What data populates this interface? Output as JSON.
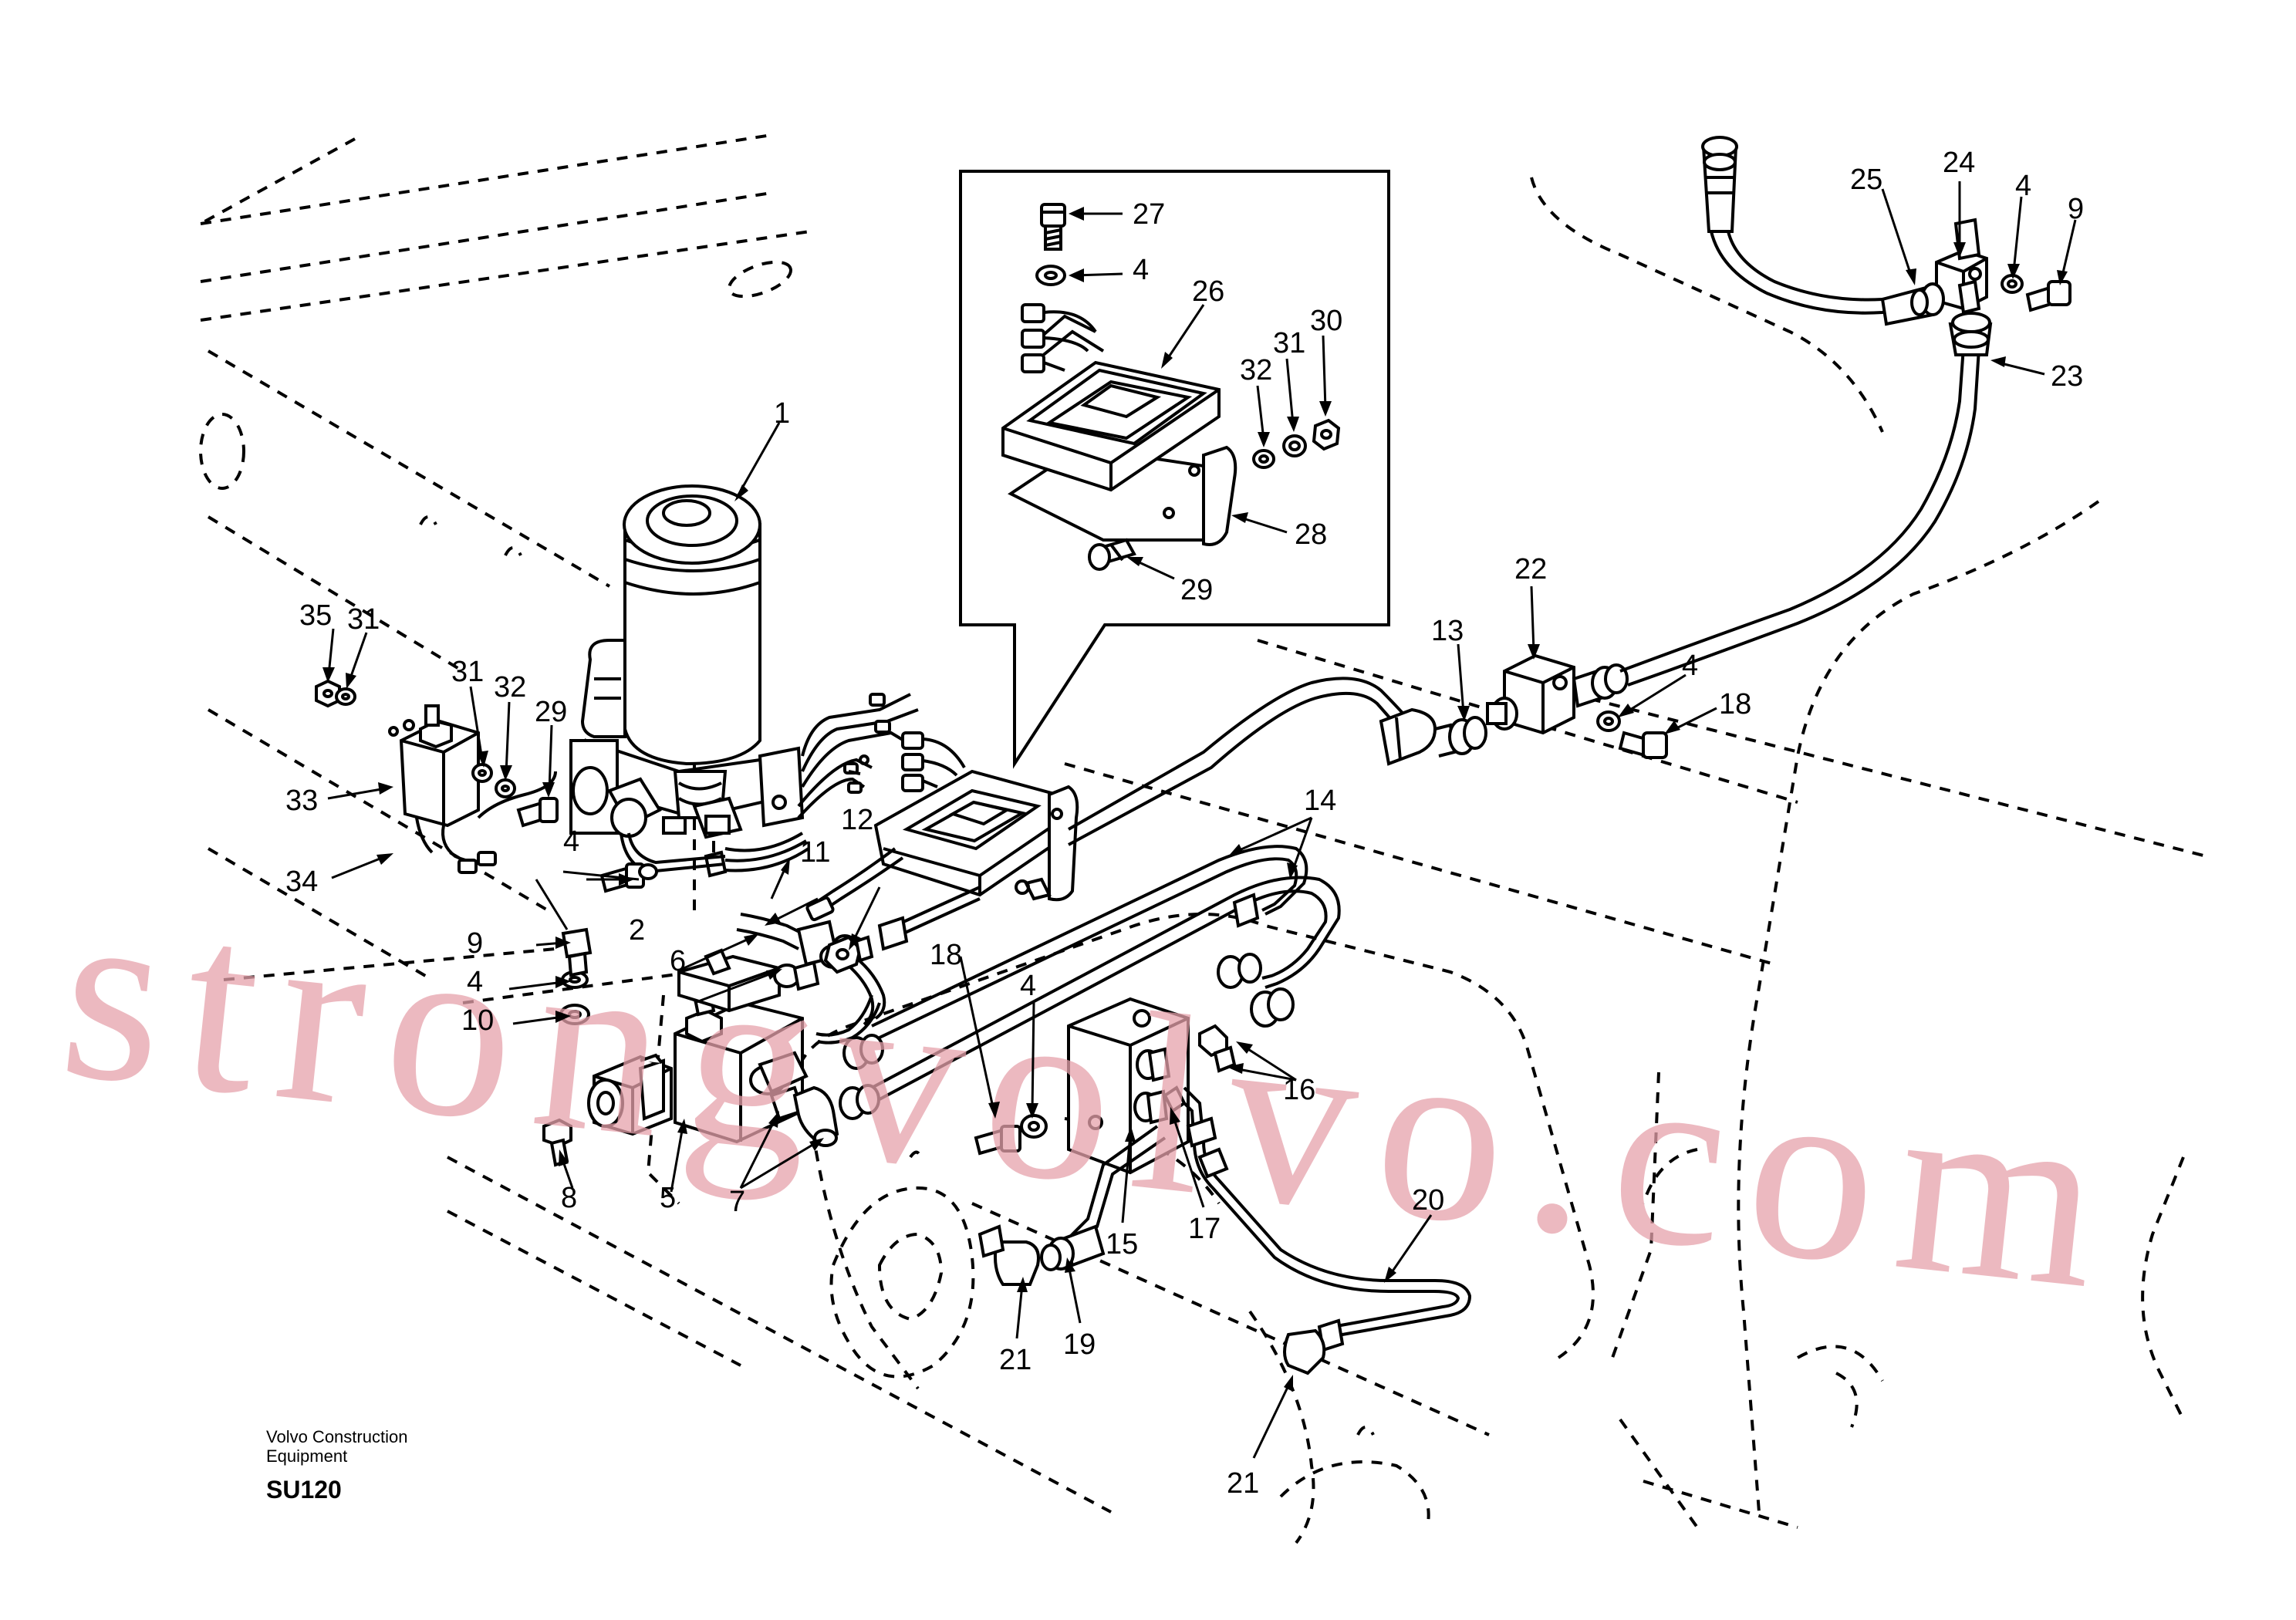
{
  "watermark": "strongvolvo.com",
  "footer": {
    "line1": "Volvo Construction",
    "line2": "Equipment",
    "code": "SU120"
  },
  "callouts": {
    "c1": "1",
    "c2": "2",
    "c4a": "4",
    "c4b": "4",
    "c4c": "4",
    "c4d": "4",
    "c4e": "4",
    "c4f": "4",
    "c5": "5",
    "c6": "6",
    "c7": "7",
    "c8": "8",
    "c9a": "9",
    "c9b": "9",
    "c10": "10",
    "c11": "11",
    "c12": "12",
    "c13": "13",
    "c14": "14",
    "c15": "15",
    "c16": "16",
    "c17": "17",
    "c18a": "18",
    "c18b": "18",
    "c19": "19",
    "c20": "20",
    "c21a": "21",
    "c21b": "21",
    "c22": "22",
    "c23": "23",
    "c24": "24",
    "c25": "25",
    "c26": "26",
    "c27": "27",
    "c28": "28",
    "c29a": "29",
    "c29b": "29",
    "c30": "30",
    "c31a": "31",
    "c31b": "31",
    "c31c": "31",
    "c32a": "32",
    "c32b": "32",
    "c33": "33",
    "c34": "34",
    "c35": "35"
  }
}
